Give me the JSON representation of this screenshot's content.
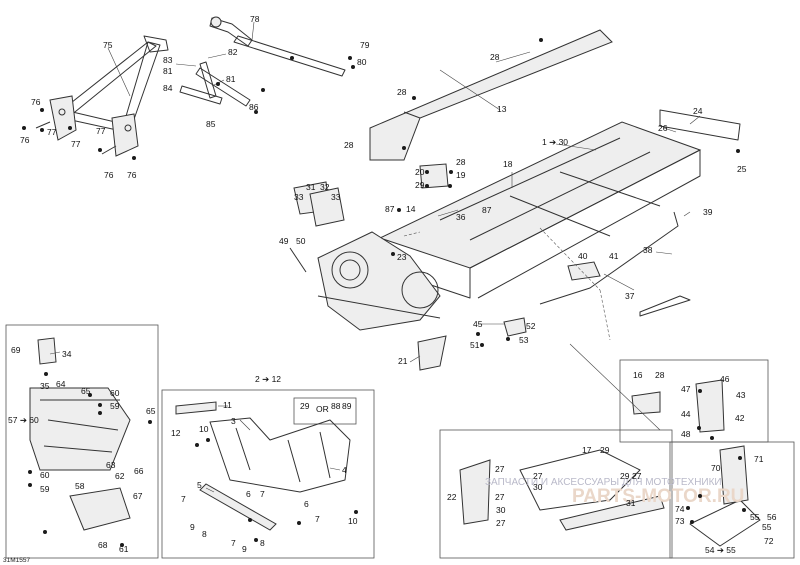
{
  "diagram_code": "31M1557",
  "watermark": {
    "text": "ЗАПЧАСТИ И АКСЕССУАРЫ ДЛЯ МОТОТЕХНИКИ",
    "logo": "PARTS-MOTOR.RU"
  },
  "inset_headers": {
    "a": "2 ➔ 12",
    "b_or": "OR"
  },
  "callouts": [
    "75",
    "76",
    "76",
    "77",
    "77",
    "77",
    "76",
    "76",
    "78",
    "83",
    "82",
    "81",
    "84",
    "81",
    "86",
    "85",
    "79",
    "80",
    "28",
    "28",
    "13",
    "28",
    "1 ➔ 30",
    "24",
    "26",
    "25",
    "20",
    "29",
    "28",
    "19",
    "18",
    "31",
    "33",
    "32",
    "33",
    "87",
    "14",
    "36",
    "87",
    "23",
    "49",
    "50",
    "40",
    "41",
    "39",
    "38",
    "37",
    "45",
    "52",
    "51",
    "53",
    "21",
    "69",
    "34",
    "35",
    "64",
    "65",
    "60",
    "59",
    "57 ➔ 60",
    "63",
    "62",
    "66",
    "60",
    "59",
    "58",
    "67",
    "65",
    "68",
    "61",
    "11",
    "12",
    "10",
    "3",
    "4",
    "5",
    "6",
    "7",
    "7",
    "9",
    "8",
    "7",
    "9",
    "8",
    "6",
    "7",
    "10",
    "29",
    "88",
    "89",
    "16",
    "28",
    "47",
    "46",
    "43",
    "44",
    "42",
    "48",
    "27",
    "27",
    "22",
    "30",
    "27",
    "30",
    "17",
    "29",
    "29",
    "27",
    "27",
    "31",
    "71",
    "70",
    "74",
    "73",
    "54 ➔ 55",
    "56",
    "55",
    "55",
    "72"
  ]
}
